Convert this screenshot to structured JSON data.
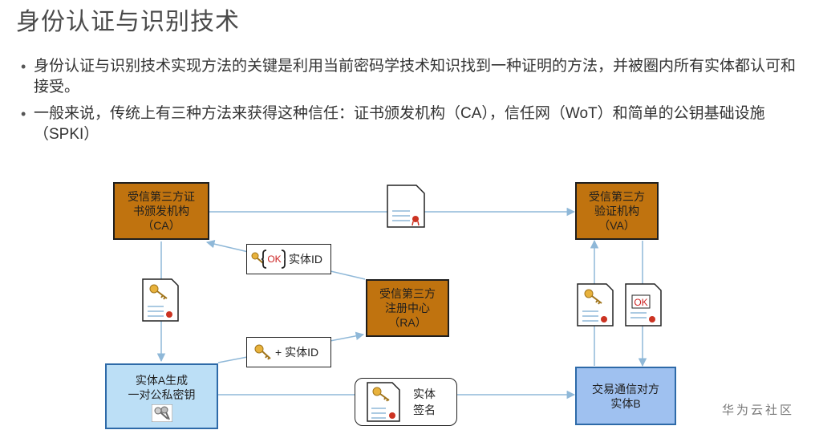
{
  "title": "身份认证与识别技术",
  "bullets": [
    "身份认证与识别技术实现方法的关键是利用当前密码学技术知识找到一种证明的方法，并被圈内所有实体都认可和接受。",
    "一般来说，传统上有三种方法来获得这种信任：证书颁发机构（CA），信任网（WoT）和简单的公钥基础设施（SPKI）"
  ],
  "diagram": {
    "ca": {
      "line1": "受信第三方证",
      "line2": "书颁发机构",
      "line3": "（CA）"
    },
    "va": {
      "line1": "受信第三方",
      "line2": "验证机构",
      "line3": "（VA）"
    },
    "ra": {
      "line1": "受信第三方",
      "line2": "注册中心",
      "line3": "（RA）"
    },
    "entity_a": {
      "line1": "实体A生成",
      "line2": "一对公私密钥"
    },
    "entity_b": {
      "line1": "交易通信对方",
      "line2": "实体B"
    },
    "tag_ok_id": "实体ID",
    "tag_key_id": "+ 实体ID",
    "ok_text": "OK",
    "signature": {
      "line1": "实体",
      "line2": "签名"
    }
  },
  "watermark": "华为云社区",
  "colors": {
    "orange_box": "#c0730f",
    "light_blue_box": "#bcdff6",
    "blue_box": "#9fc1f0",
    "arrow": "#8fb8d8"
  }
}
